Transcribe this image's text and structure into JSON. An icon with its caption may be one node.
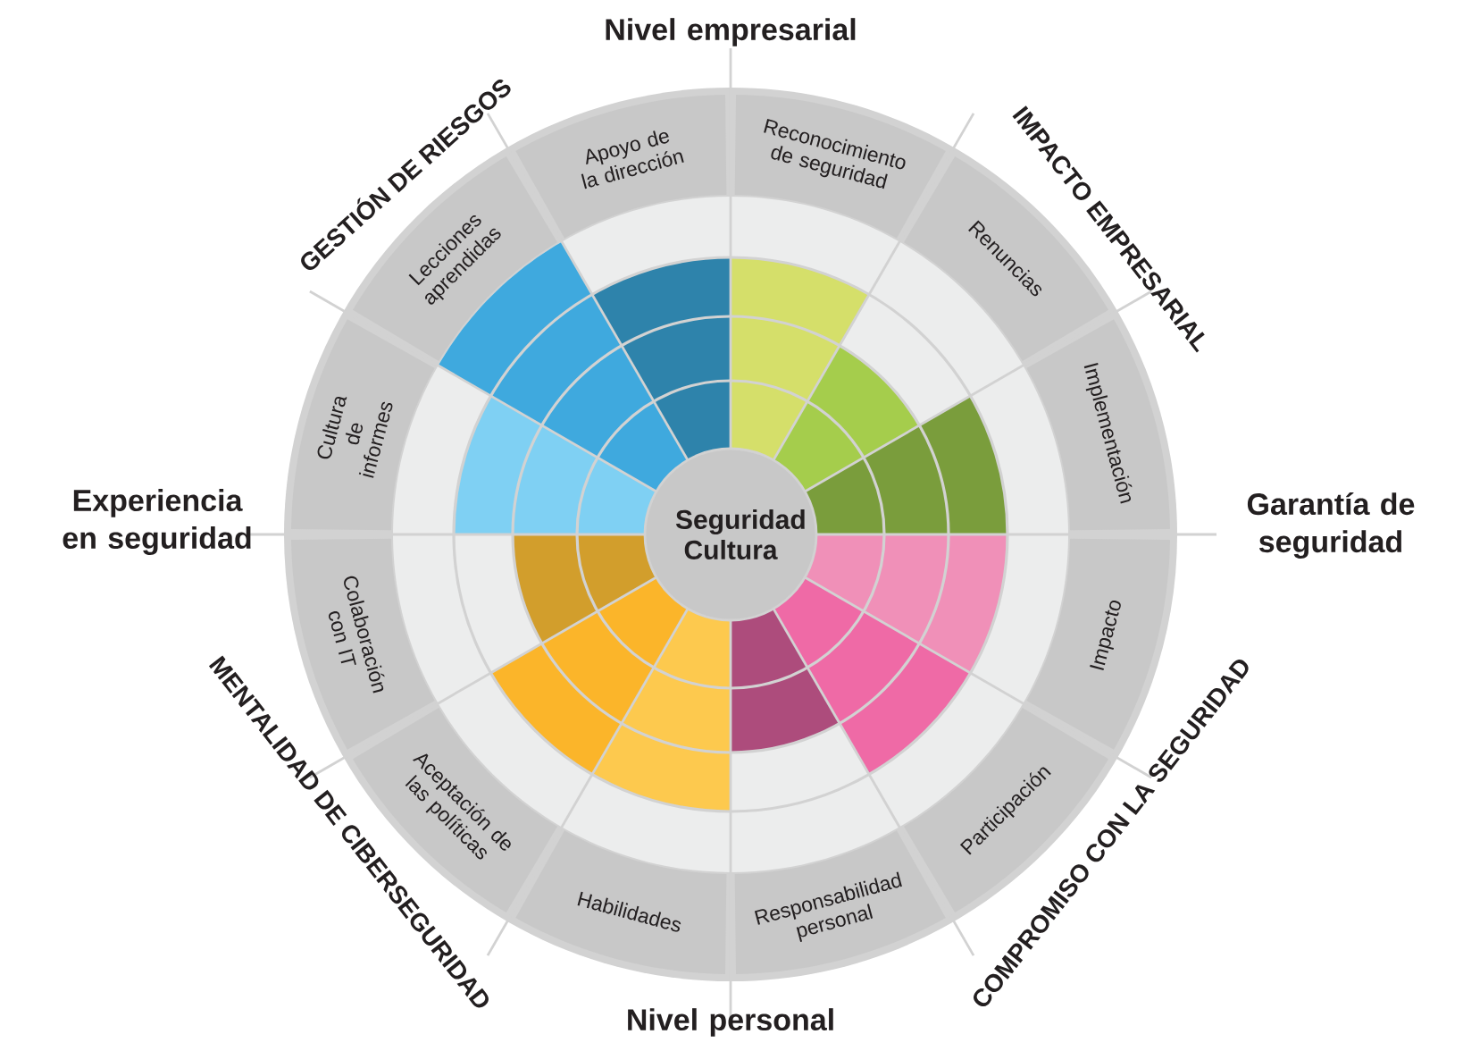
{
  "diagram": {
    "nodes": [
      {
        "text": [
          "Seguridad Cultura"
        ]
      },
      {
        "text": [
          "Reconocimiento de seguridad"
        ]
      },
      {
        "text": [
          "Renuncias"
        ]
      },
      {
        "text": [
          "Implementación"
        ]
      },
      {
        "text": [
          "Impacto"
        ]
      },
      {
        "text": [
          "Participación"
        ]
      },
      {
        "text": [
          "Responsabilidad personal"
        ]
      },
      {
        "text": [
          "Habilidades"
        ]
      },
      {
        "text": [
          "Aceptación de las políticas"
        ]
      },
      {
        "text": [
          "Colaboración con IT"
        ]
      },
      {
        "text": [
          "Cultura de informes"
        ]
      },
      {
        "text": [
          "Lecciones aprendidas"
        ]
      },
      {
        "text": [
          "Apoyo de la dirección"
        ]
      }
    ],
    "labels": [
      "Nivel empresarial",
      "GESTIÓN DE RIESGOS",
      "IMPACTO EMPRESARIAL",
      "Experiencia en seguridad",
      "Garantía de seguridad",
      "MENTALIDAD DE CIBERSEGURIDAD",
      "COMPROMISO CON LA SEGURIDAD",
      "Nivel personal"
    ]
  }
}
